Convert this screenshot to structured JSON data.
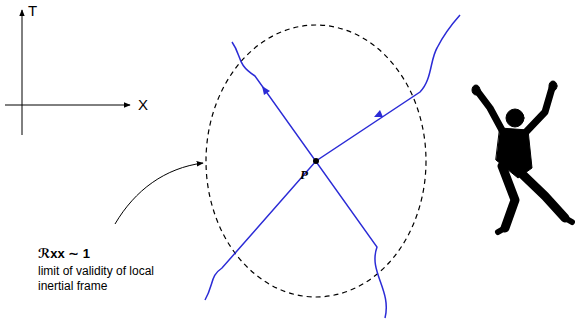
{
  "diagram": {
    "labels": [
      "T",
      "X",
      "P",
      "ℛxx ∼ 1",
      "limit of validity of local inertial frame"
    ]
  }
}
